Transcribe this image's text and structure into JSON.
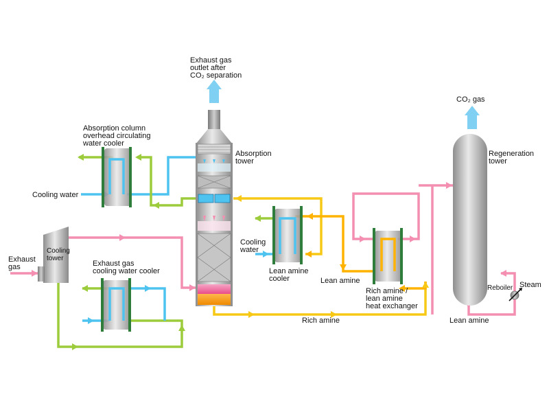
{
  "labels": {
    "exhaust_outlet": [
      "Exhaust gas",
      "outlet after",
      "CO₂ separation"
    ],
    "absorption_tower": [
      "Absorption",
      "tower"
    ],
    "absorption_cooler": [
      "Absorption column",
      "overhead circulating",
      "water cooler"
    ],
    "cooling_water_1": "Cooling water",
    "cooling_water_2": [
      "Cooling",
      "water"
    ],
    "exhaust_gas": [
      "Exhaust",
      "gas"
    ],
    "cooling_tower": [
      "Cooling",
      "tower"
    ],
    "exhaust_cooler": [
      "Exhaust gas",
      "cooling water cooler"
    ],
    "lean_amine_cooler": [
      "Lean amine",
      "cooler"
    ],
    "lean_amine_1": "Lean amine",
    "rich_amine": "Rich amine",
    "heat_exchanger": [
      "Rich amine /",
      "lean amine",
      "heat exchanger"
    ],
    "co2_gas": "CO₂ gas",
    "regeneration_tower": [
      "Regeneration",
      "tower"
    ],
    "reboiler": "Reboiler",
    "steam": "Steam",
    "lean_amine_2": "Lean amine"
  },
  "colors": {
    "cooling_water": "#4fc3f0",
    "return_water": "#9ccc3c",
    "exhaust_gas": "#f48fb1",
    "lean_amine": "#ffb300",
    "rich_amine": "#f7c815",
    "equipment": "#a8a8a8",
    "heat_exchanger_bar": "#2e7d3a",
    "gas_outlet_arrow": "#7fd0f2"
  }
}
